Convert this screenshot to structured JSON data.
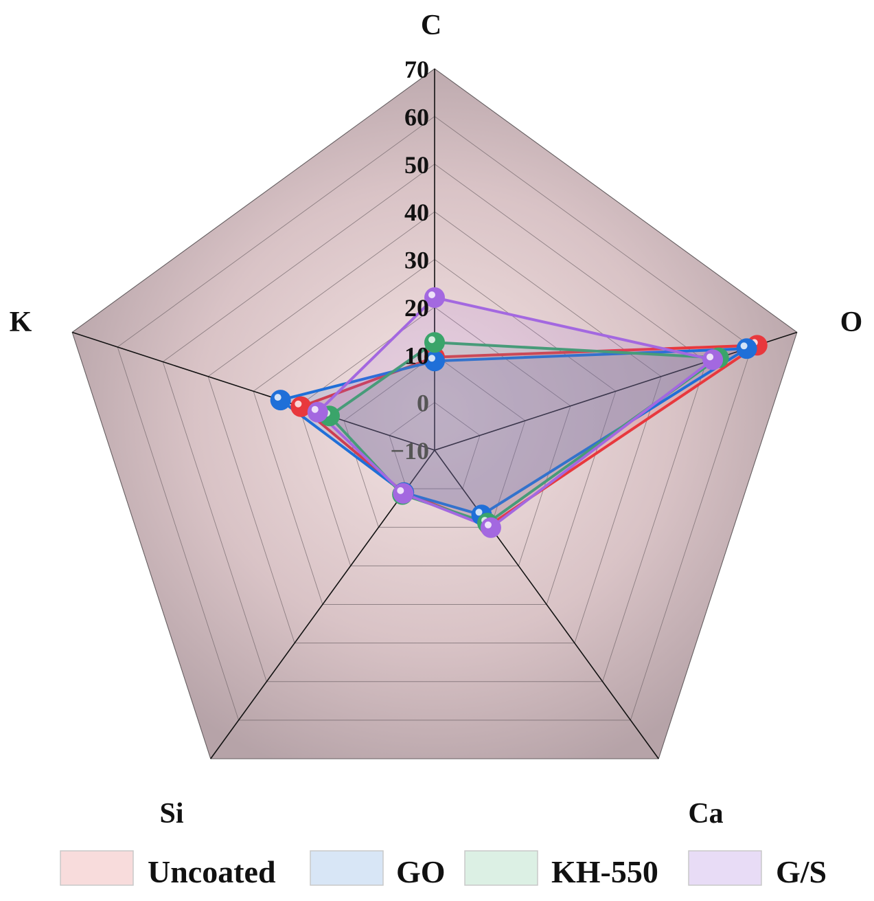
{
  "chart_data": {
    "type": "radar",
    "axes": [
      "C",
      "O",
      "Ca",
      "Si",
      "K"
    ],
    "rlim": [
      -10,
      70
    ],
    "ticks": [
      -10,
      0,
      10,
      20,
      30,
      40,
      50,
      60,
      70
    ],
    "tick_labels": [
      "−10",
      "0",
      "10",
      "20",
      "30",
      "40",
      "50",
      "60",
      "70"
    ],
    "grid": true,
    "legend_position": "bottom",
    "series": [
      {
        "name": "Uncoated",
        "color": "#e8383d",
        "fill": "#f8dcdc",
        "values": [
          9.5,
          61.2,
          9.5,
          1.0,
          19.5
        ]
      },
      {
        "name": "GO",
        "color": "#1f6fd8",
        "fill": "#d8e6f6",
        "values": [
          8.7,
          58.9,
          6.8,
          1.0,
          24.0
        ]
      },
      {
        "name": "KH-550",
        "color": "#3aa46a",
        "fill": "#dcf0e4",
        "values": [
          12.6,
          52.7,
          8.9,
          1.5,
          13.2
        ]
      },
      {
        "name": "G/S",
        "color": "#a368e0",
        "fill": "#e8dcf6",
        "values": [
          22.0,
          51.4,
          10.1,
          1.2,
          15.8
        ]
      }
    ]
  }
}
